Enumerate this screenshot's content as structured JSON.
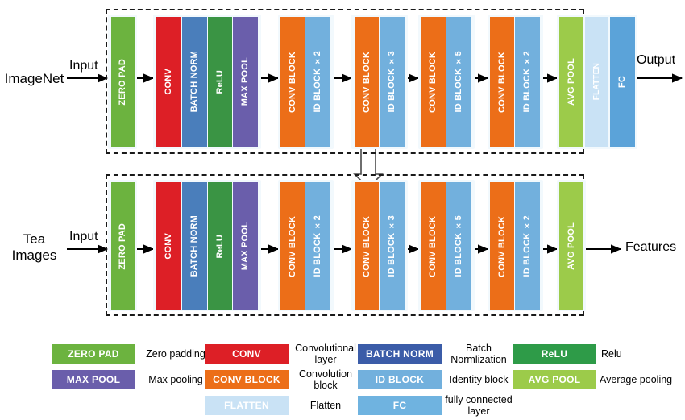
{
  "diagram": {
    "title_present": false,
    "rows": [
      {
        "id": "imagenet-row",
        "source_label": "ImageNet",
        "input_label": "Input",
        "output_label": "Output",
        "blocks": [
          {
            "name": "zero-pad",
            "label": "ZERO PAD",
            "color": "#6cb33f"
          },
          {
            "name": "conv",
            "label": "CONV",
            "color": "#dd1f26"
          },
          {
            "name": "batch-norm",
            "label": "BATCH NORM",
            "color": "#4a7ebb"
          },
          {
            "name": "relu",
            "label": "ReLU",
            "color": "#3a9444"
          },
          {
            "name": "max-pool",
            "label": "MAX POOL",
            "color": "#6a5eab"
          },
          {
            "name": "conv-block-1",
            "label": "CONV BLOCK",
            "color": "#ec6e18"
          },
          {
            "name": "id-block-x2-a",
            "label": "ID BLOCK ×2",
            "color": "#72b0dd"
          },
          {
            "name": "conv-block-2",
            "label": "CONV BLOCK",
            "color": "#ec6e18"
          },
          {
            "name": "id-block-x3",
            "label": "ID BLOCK ×3",
            "color": "#72b0dd"
          },
          {
            "name": "conv-block-3",
            "label": "CONV BLOCK",
            "color": "#ec6e18"
          },
          {
            "name": "id-block-x5",
            "label": "ID BLOCK ×5",
            "color": "#72b0dd"
          },
          {
            "name": "conv-block-4",
            "label": "CONV BLOCK",
            "color": "#ec6e18"
          },
          {
            "name": "id-block-x2-b",
            "label": "ID BLOCK ×2",
            "color": "#72b0dd"
          },
          {
            "name": "avg-pool",
            "label": "AVG POOL",
            "color": "#9ccb4a"
          },
          {
            "name": "flatten",
            "label": "FLATTEN",
            "color": "#c9e2f5"
          },
          {
            "name": "fc",
            "label": "FC",
            "color": "#5ba3d9"
          }
        ]
      },
      {
        "id": "tea-images-row",
        "source_label": "Tea\nImages",
        "source_line1": "Tea",
        "source_line2": "Images",
        "input_label": "Input",
        "output_label": "Features",
        "blocks": [
          {
            "name": "zero-pad",
            "label": "ZERO PAD",
            "color": "#6cb33f"
          },
          {
            "name": "conv",
            "label": "CONV",
            "color": "#dd1f26"
          },
          {
            "name": "batch-norm",
            "label": "BATCH NORM",
            "color": "#4a7ebb"
          },
          {
            "name": "relu",
            "label": "ReLU",
            "color": "#3a9444"
          },
          {
            "name": "max-pool",
            "label": "MAX POOL",
            "color": "#6a5eab"
          },
          {
            "name": "conv-block-1",
            "label": "CONV BLOCK",
            "color": "#ec6e18"
          },
          {
            "name": "id-block-x2-a",
            "label": "ID BLOCK ×2",
            "color": "#72b0dd"
          },
          {
            "name": "conv-block-2",
            "label": "CONV BLOCK",
            "color": "#ec6e18"
          },
          {
            "name": "id-block-x3",
            "label": "ID BLOCK ×3",
            "color": "#72b0dd"
          },
          {
            "name": "conv-block-3",
            "label": "CONV BLOCK",
            "color": "#ec6e18"
          },
          {
            "name": "id-block-x5",
            "label": "ID BLOCK ×5",
            "color": "#72b0dd"
          },
          {
            "name": "conv-block-4",
            "label": "CONV BLOCK",
            "color": "#ec6e18"
          },
          {
            "name": "id-block-x2-b",
            "label": "ID BLOCK ×2",
            "color": "#72b0dd"
          },
          {
            "name": "avg-pool",
            "label": "AVG POOL",
            "color": "#9ccb4a"
          }
        ]
      }
    ],
    "transfer_arrow": {
      "name": "transfer-learning-arrow",
      "direction": "down"
    }
  },
  "legend": {
    "items": [
      {
        "name": "zero-pad",
        "label": "ZERO PAD",
        "desc": "Zero padding",
        "color": "#6cb33f",
        "text_color": "#ffffff"
      },
      {
        "name": "max-pool",
        "label": "MAX POOL",
        "desc": "Max pooling",
        "color": "#6a5eab",
        "text_color": "#ffffff"
      },
      {
        "name": "conv",
        "label": "CONV",
        "desc": "Convolutional layer",
        "color": "#dd1f26",
        "text_color": "#ffffff"
      },
      {
        "name": "conv-block",
        "label": "CONV BLOCK",
        "desc": "Convolution block",
        "color": "#ec6e18",
        "text_color": "#ffffff"
      },
      {
        "name": "flatten",
        "label": "FLATTEN",
        "desc": "Flatten",
        "color": "#c9e2f5",
        "text_color": "#ffffff"
      },
      {
        "name": "batch-norm",
        "label": "BATCH NORM",
        "desc": "Batch Normlization",
        "color": "#3b5ca8",
        "text_color": "#ffffff"
      },
      {
        "name": "id-block",
        "label": "ID BLOCK",
        "desc": "Identity block",
        "color": "#72b0dd",
        "text_color": "#ffffff"
      },
      {
        "name": "fc",
        "label": "FC",
        "desc": "fully connected layer",
        "color": "#6fb3e0",
        "text_color": "#ffffff"
      },
      {
        "name": "relu",
        "label": "ReLU",
        "desc": "Relu",
        "color": "#2e9b48",
        "text_color": "#ffffff"
      },
      {
        "name": "avg-pool",
        "label": "AVG POOL",
        "desc": "Average pooling",
        "color": "#9ccb4a",
        "text_color": "#ffffff"
      }
    ]
  }
}
